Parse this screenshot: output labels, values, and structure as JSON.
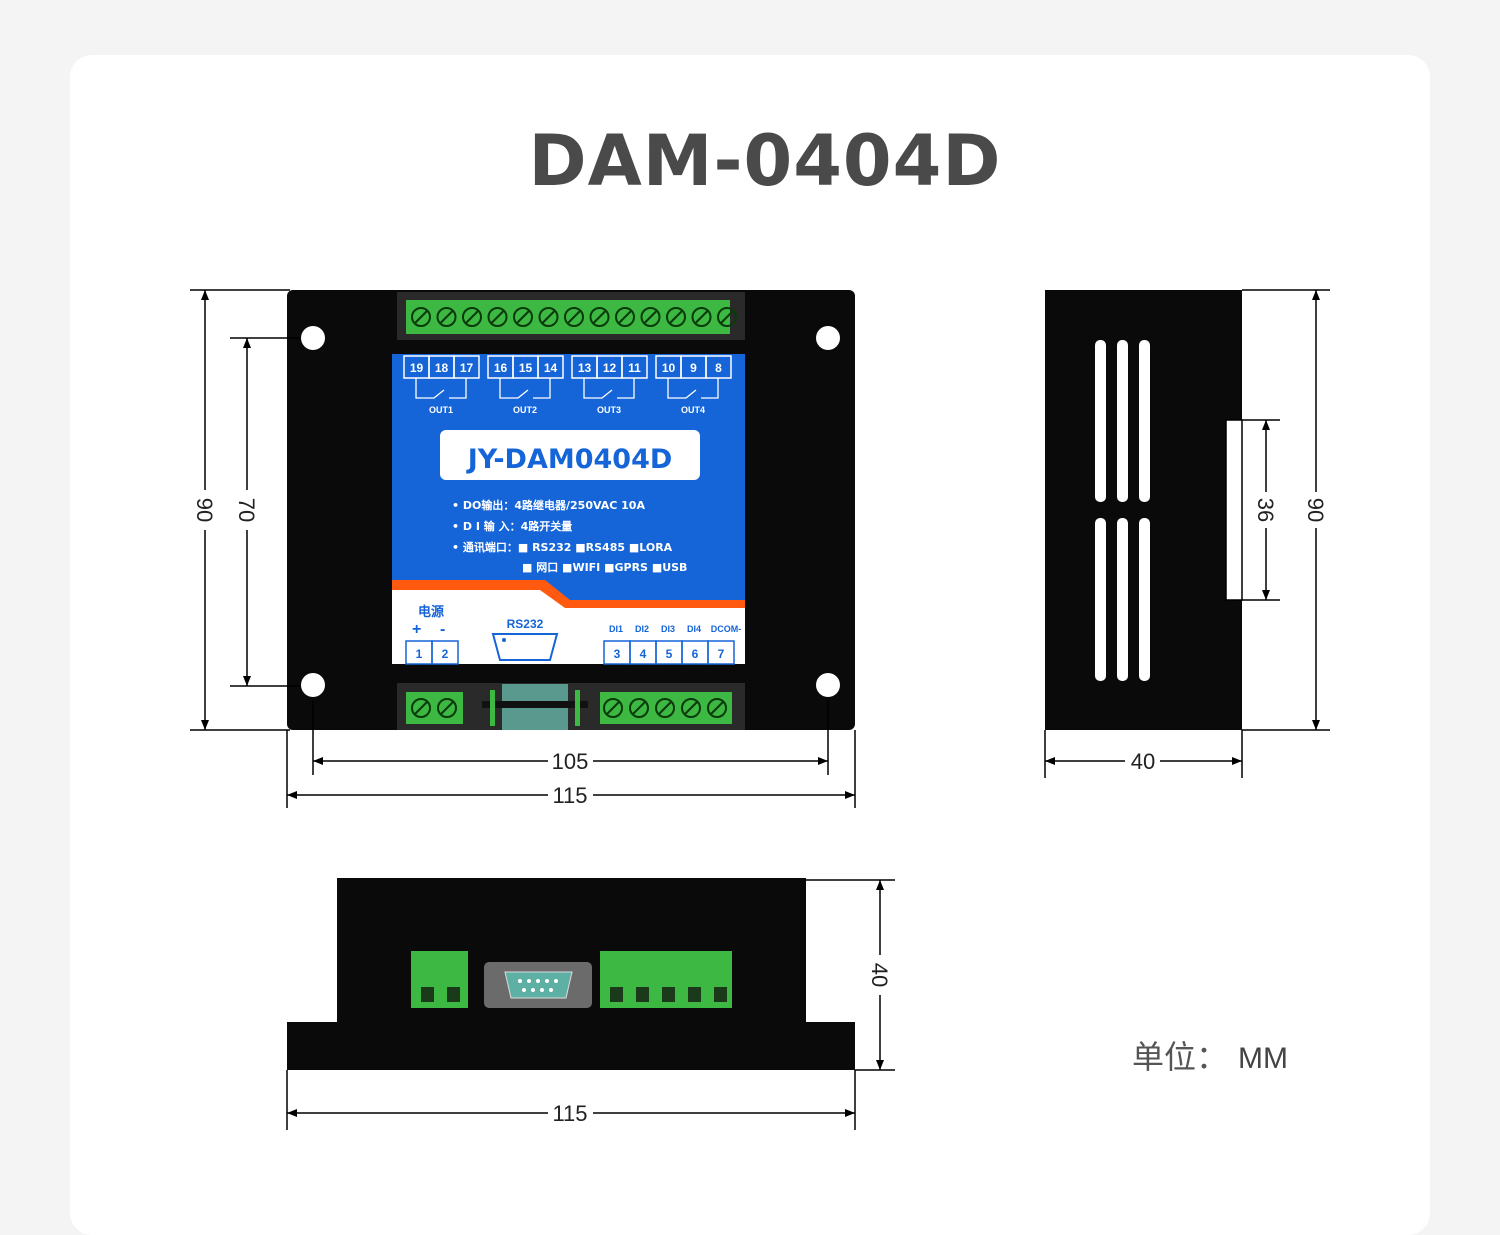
{
  "title": "DAM-0404D",
  "front_panel": {
    "model": "JY-DAM0404D",
    "relay_terminals": [
      "19",
      "18",
      "17",
      "16",
      "15",
      "14",
      "13",
      "12",
      "11",
      "10",
      "9",
      "8"
    ],
    "outputs": [
      "OUT1",
      "OUT2",
      "OUT3",
      "OUT4"
    ],
    "spec_lines": [
      "• DO输出：4路继电器/250VAC 10A",
      "• D I 输 入：4路开关量",
      "• 通讯端口：■ RS232 ■RS485 ■LORA",
      "■ 网口   ■WIFI   ■GPRS ■USB"
    ],
    "power_label": "电源",
    "power_plus": "+",
    "power_minus": "-",
    "power_terminals": [
      "1",
      "2"
    ],
    "rs232_label": "RS232",
    "di_labels": [
      "DI1",
      "DI2",
      "DI3",
      "DI4",
      "DCOM-"
    ],
    "di_terminals": [
      "3",
      "4",
      "5",
      "6",
      "7"
    ],
    "colors": {
      "panel_blue": "#1565d8",
      "stripe_orange": "#ff5a10",
      "terminal_green": "#3cb843",
      "body_black": "#0a0a0a"
    }
  },
  "dimensions": {
    "front_height": "90",
    "front_hole_spacing": "70",
    "front_hole_width": "105",
    "front_width": "115",
    "side_width": "40",
    "side_bracket": "36",
    "side_height": "90",
    "bottom_height": "40",
    "bottom_width": "115"
  },
  "unit_label": "单位：",
  "unit_value": "MM"
}
